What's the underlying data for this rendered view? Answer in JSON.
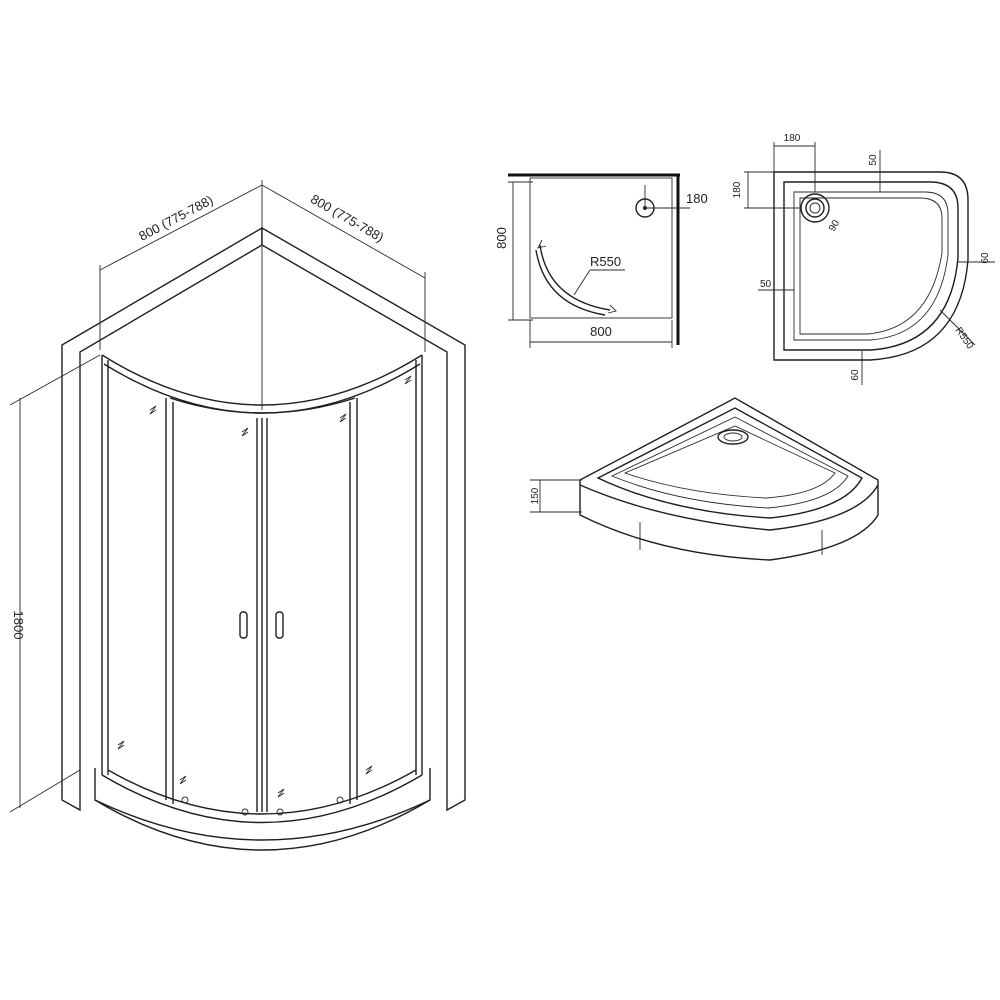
{
  "main_view": {
    "width_left_label": "800 (775-788)",
    "width_right_label": "800 (775-788)",
    "height_label": "1800"
  },
  "plan_view": {
    "side_label": "800",
    "bottom_label": "800",
    "offset_label": "180",
    "radius_label": "R550"
  },
  "tray_top_view": {
    "top_offset_label": "180",
    "top_small_label": "50",
    "left_offset_label": "180",
    "drain_label": "90",
    "left_edge_label": "50",
    "right_label": "60",
    "radius_label": "R550",
    "bottom_label": "60"
  },
  "tray_iso_view": {
    "height_label": "150"
  },
  "colors": {
    "line": "#1f1f1f",
    "background": "#ffffff"
  }
}
